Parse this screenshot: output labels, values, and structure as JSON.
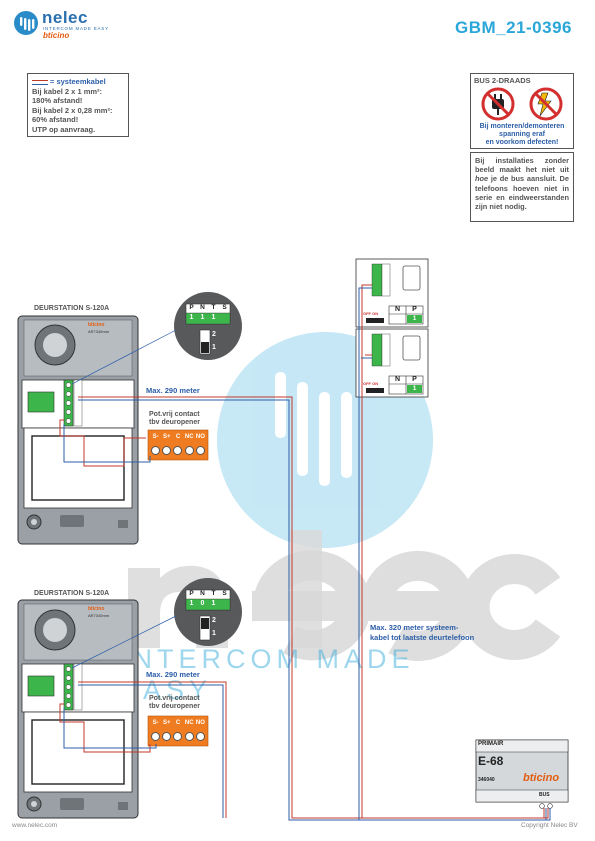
{
  "header": {
    "brand_name": "nelec",
    "brand_tagline": "INTERCOM MADE EASY",
    "partner_logo": "bticino",
    "document_code": "GBM_21-0396"
  },
  "cable_note": {
    "legend_label": "= systeemkabel",
    "lines": [
      "Bij kabel 2 x 1 mm²:",
      "180% afstand!",
      "Bij kabel 2 x 0,28 mm²:",
      "60% afstand!",
      "UTP op aanvraag."
    ]
  },
  "bus_warning": {
    "title": "BUS 2-DRAADS",
    "icons": [
      "no-plug-icon",
      "no-electricity-icon"
    ],
    "warning_lines": [
      "Bij monteren/demonteren",
      "spanning eraf",
      "en voorkom defecten!"
    ],
    "info": "Bij installaties zonder beeld maakt het niet uit hoe je de bus aansluit. De telefoons hoeven niet in serie en eindweerstanden zijn niet nodig.",
    "info_emph": "hoe"
  },
  "door_stations": [
    {
      "title": "DEURSTATION S-120A",
      "brand_mark": "bticino",
      "model": "AR7345mm",
      "dip_terminals": [
        "P",
        "N",
        "T",
        "S"
      ],
      "dip_values": [
        "1",
        "1",
        "1",
        ""
      ],
      "switch_labels": [
        "2",
        "1"
      ],
      "distance_label": "Max. 290 meter",
      "contact_title": "Pot.vrij contact",
      "contact_subtitle": "tbv deuropener",
      "contact_terminals": [
        "S-",
        "S+",
        "C",
        "NC",
        "NO"
      ]
    },
    {
      "title": "DEURSTATION S-120A",
      "brand_mark": "bticino",
      "model": "AR7345mm",
      "dip_terminals": [
        "P",
        "N",
        "T",
        "S"
      ],
      "dip_values": [
        "1",
        "0",
        "1",
        ""
      ],
      "switch_labels": [
        "2",
        "1"
      ],
      "distance_label": "Max. 290 meter",
      "contact_title": "Pot.vrij contact",
      "contact_subtitle": "tbv deuropener",
      "contact_terminals": [
        "S-",
        "S+",
        "C",
        "NC",
        "NO"
      ]
    }
  ],
  "phones": [
    {
      "switch_label": "OFF ON",
      "config_headers": [
        "N",
        "P"
      ],
      "config_values": [
        "",
        "1"
      ]
    },
    {
      "switch_label": "OFF ON",
      "config_headers": [
        "N",
        "P"
      ],
      "config_values": [
        "",
        "1"
      ]
    }
  ],
  "system_cable_note": [
    "Max. 320 meter systeem-",
    "kabel tot laatste deurtelefoon"
  ],
  "power_supply": {
    "header": "PRIMAIR",
    "model": "E-68",
    "part_number": "346040",
    "brand": "bticino",
    "bus_label": "BUS"
  },
  "watermark": {
    "word": "nelec",
    "tagline": "INTERCOM MADE EASY"
  },
  "footer": {
    "website": "www.nelec.com",
    "copyright": "Copyright Nelec BV"
  },
  "colors": {
    "brand_blue": "#2a6fae",
    "accent_cyan": "#2aa6d8",
    "bticino_orange": "#e35b0e",
    "contact_orange": "#f07c21",
    "wire_red": "#c0392b",
    "wire_blue": "#2c5ea8",
    "terminal_green": "#3cb54a"
  }
}
